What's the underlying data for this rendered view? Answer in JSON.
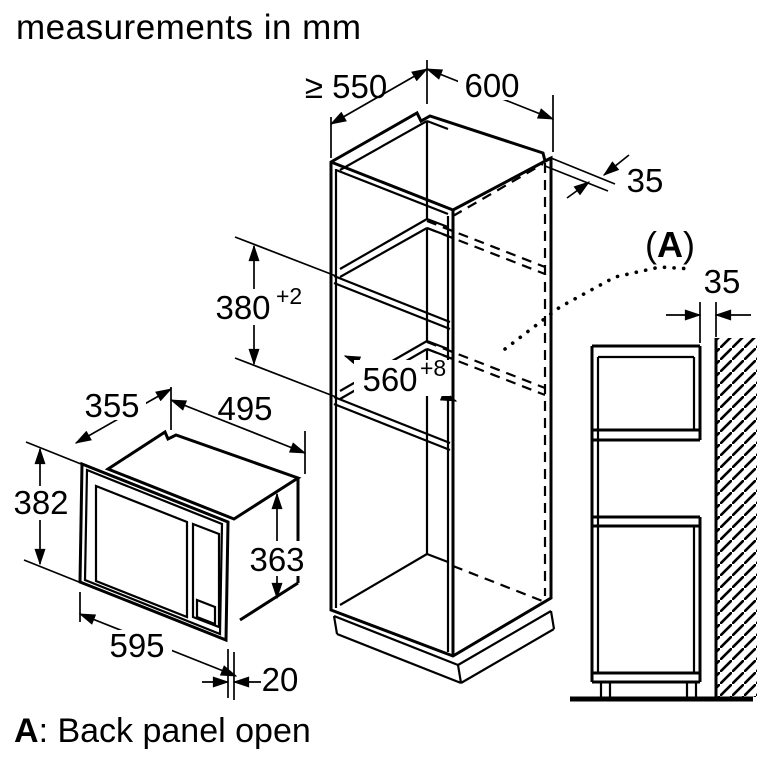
{
  "title": "measurements in mm",
  "footnote": {
    "key": "A",
    "text": ": Back panel open"
  },
  "marker": {
    "open": "(",
    "letter": "A",
    "close": ")"
  },
  "colors": {
    "line": "#000000",
    "background": "#ffffff"
  },
  "dimensions": {
    "niche_depth": "≥ 550",
    "cabinet_width": "600",
    "rear_gap_top": "35",
    "rear_gap_side": "35",
    "niche_height": "380",
    "niche_height_tolerance": "+2",
    "niche_width": "560",
    "niche_width_tolerance": "+8",
    "appliance_depth": "355",
    "appliance_body_width": "495",
    "appliance_front_height": "382",
    "appliance_body_height": "363",
    "appliance_front_width": "595",
    "frame_protrusion": "20"
  }
}
